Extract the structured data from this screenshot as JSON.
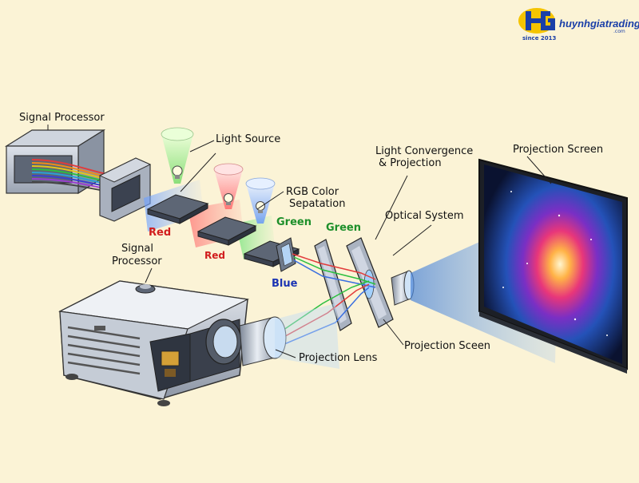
{
  "logo": {
    "brand": "huynhgiatrading",
    "domain_suffix": ".com",
    "tagline": "since 2013",
    "colors": {
      "primary": "#1a3fa8",
      "accent": "#f5c400"
    }
  },
  "labels": {
    "signal_processor_top": "Signal Processor",
    "light_source": "Light Source",
    "rgb_separation_1": "RGB Color",
    "rgb_separation_2": "Sepatation",
    "light_convergence_1": "Light Convergence",
    "light_convergence_2": "& Projection",
    "projection_screen_top": "Projection Screen",
    "optical_system": "Optical System",
    "red_1": "Red",
    "red_2": "Red",
    "green_1": "Green",
    "green_2": "Green",
    "blue": "Blue",
    "signal_processor_bottom_1": "Signal",
    "signal_processor_bottom_2": "Processor",
    "projection_lens": "Projection Lens",
    "projection_screen_bottom": "Projection Sceen"
  },
  "colors": {
    "background": "#fbf3d6",
    "red_beam": "#e23b3b",
    "green_beam": "#2bbf3f",
    "blue_beam": "#3a6fe0",
    "chassis": "#b9c0cc"
  }
}
